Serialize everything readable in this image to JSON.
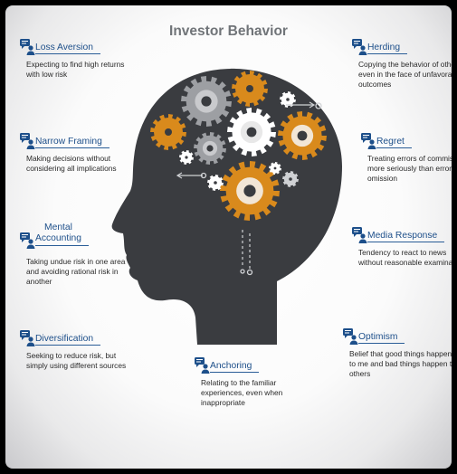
{
  "title": "Investor Behavior",
  "colors": {
    "head": "#3a3c40",
    "gear_orange": "#d98a1c",
    "gear_gray": "#9d9fa3",
    "gear_white": "#ffffff",
    "label_blue": "#1d4f8a"
  },
  "icon": "speech-bubble-person-icon",
  "items": [
    {
      "id": "loss-aversion",
      "label": "Loss Aversion",
      "desc": "Expecting to find high returns with low risk"
    },
    {
      "id": "narrow-framing",
      "label": "Narrow Framing",
      "desc": "Making decisions without considering all implications"
    },
    {
      "id": "mental-accounting",
      "label_line1": "Mental",
      "label_line2": "Accounting",
      "desc": "Taking undue risk in one area and avoiding rational risk in another"
    },
    {
      "id": "diversification",
      "label": "Diversification",
      "desc": "Seeking to reduce risk, but simply using different sources"
    },
    {
      "id": "anchoring",
      "label": "Anchoring",
      "desc": "Relating to the familiar experiences, even when inappropriate"
    },
    {
      "id": "herding",
      "label": "Herding",
      "desc": "Copying the behavior of others even in the face of unfavorable outcomes"
    },
    {
      "id": "regret",
      "label": "Regret",
      "desc": "Treating errors of commission more seriously than errors of omission"
    },
    {
      "id": "media-response",
      "label": "Media Response",
      "desc": "Tendency to react to news without reasonable examination"
    },
    {
      "id": "optimism",
      "label": "Optimism",
      "desc": "Belief that good things happen to me and bad things happen to others"
    }
  ]
}
